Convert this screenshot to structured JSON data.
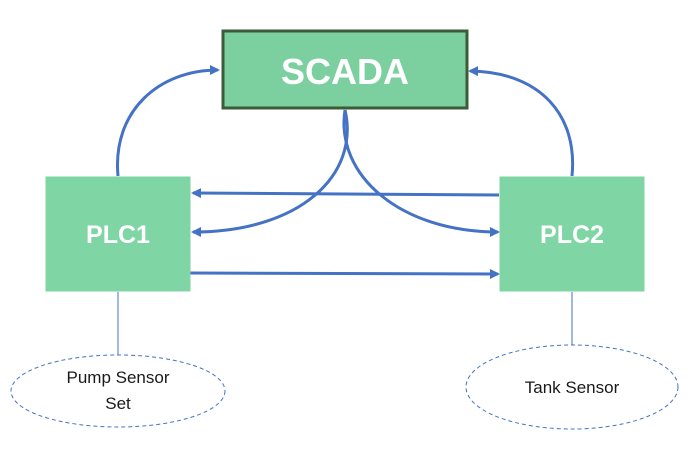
{
  "nodes": {
    "scada": {
      "label": "SCADA"
    },
    "plc1": {
      "label": "PLC1"
    },
    "plc2": {
      "label": "PLC2"
    },
    "pump_sensor": {
      "line1": "Pump Sensor",
      "line2": "Set"
    },
    "tank_sensor": {
      "label": "Tank Sensor"
    }
  },
  "colors": {
    "node_fill": "#7fd6a4",
    "scada_fill": "#7ccf9f",
    "node_border": "#3b5b3b",
    "arrow": "#4472c4",
    "link": "#4472c4",
    "sensor_border": "#4472c4"
  },
  "edges": [
    {
      "from": "plc1",
      "to": "scada"
    },
    {
      "from": "plc2",
      "to": "scada"
    },
    {
      "from": "scada",
      "to": "plc1"
    },
    {
      "from": "scada",
      "to": "plc2"
    },
    {
      "from": "plc2",
      "to": "plc1"
    },
    {
      "from": "plc1",
      "to": "plc2"
    },
    {
      "from": "plc1",
      "to": "pump_sensor",
      "style": "line"
    },
    {
      "from": "plc2",
      "to": "tank_sensor",
      "style": "line"
    }
  ]
}
